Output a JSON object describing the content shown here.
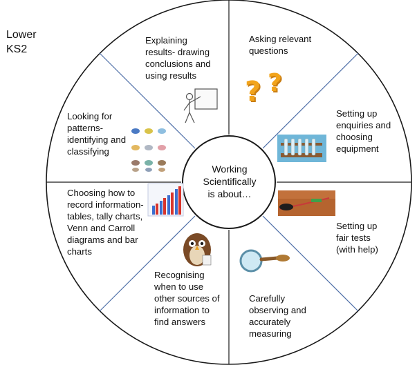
{
  "corner_label": "Lower\nKS2",
  "center_label": "Working\nScientifically\nis about…",
  "segments": [
    {
      "text": "Explaining\nresults- drawing\nconclusions and\nusing results",
      "icon": "teacher-whiteboard-icon"
    },
    {
      "text": "Asking  relevant\nquestions",
      "icon": "question-marks-icon"
    },
    {
      "text": "Setting up\nenquiries and\nchoosing\nequipment",
      "icon": "test-tube-rack-icon"
    },
    {
      "text": "Setting up\nfair tests\n(with help)",
      "icon": "circuit-wire-icon"
    },
    {
      "text": "Carefully\nobserving and\naccurately\nmeasuring",
      "icon": "magnifying-glass-icon"
    },
    {
      "text": "Recognising\nwhen to use\nother sources of\ninformation to\nfind answers",
      "icon": "owl-reading-icon"
    },
    {
      "text": "Choosing how to\nrecord information-\ntables, tally charts,\nVenn and Carroll\ndiagrams and bar\ncharts",
      "icon": "bar-chart-icon"
    },
    {
      "text": "Looking for\npatterns-\nidentifying and\nclassifying",
      "icon": "birds-grid-icon"
    }
  ],
  "colors": {
    "outline": "#1a1a1a",
    "divider": "#4f6fa8",
    "question_mark": "#f2a41c",
    "chart_blue": "#3b6fd0",
    "chart_red": "#d8352c",
    "owl_brown": "#7a4a26"
  }
}
